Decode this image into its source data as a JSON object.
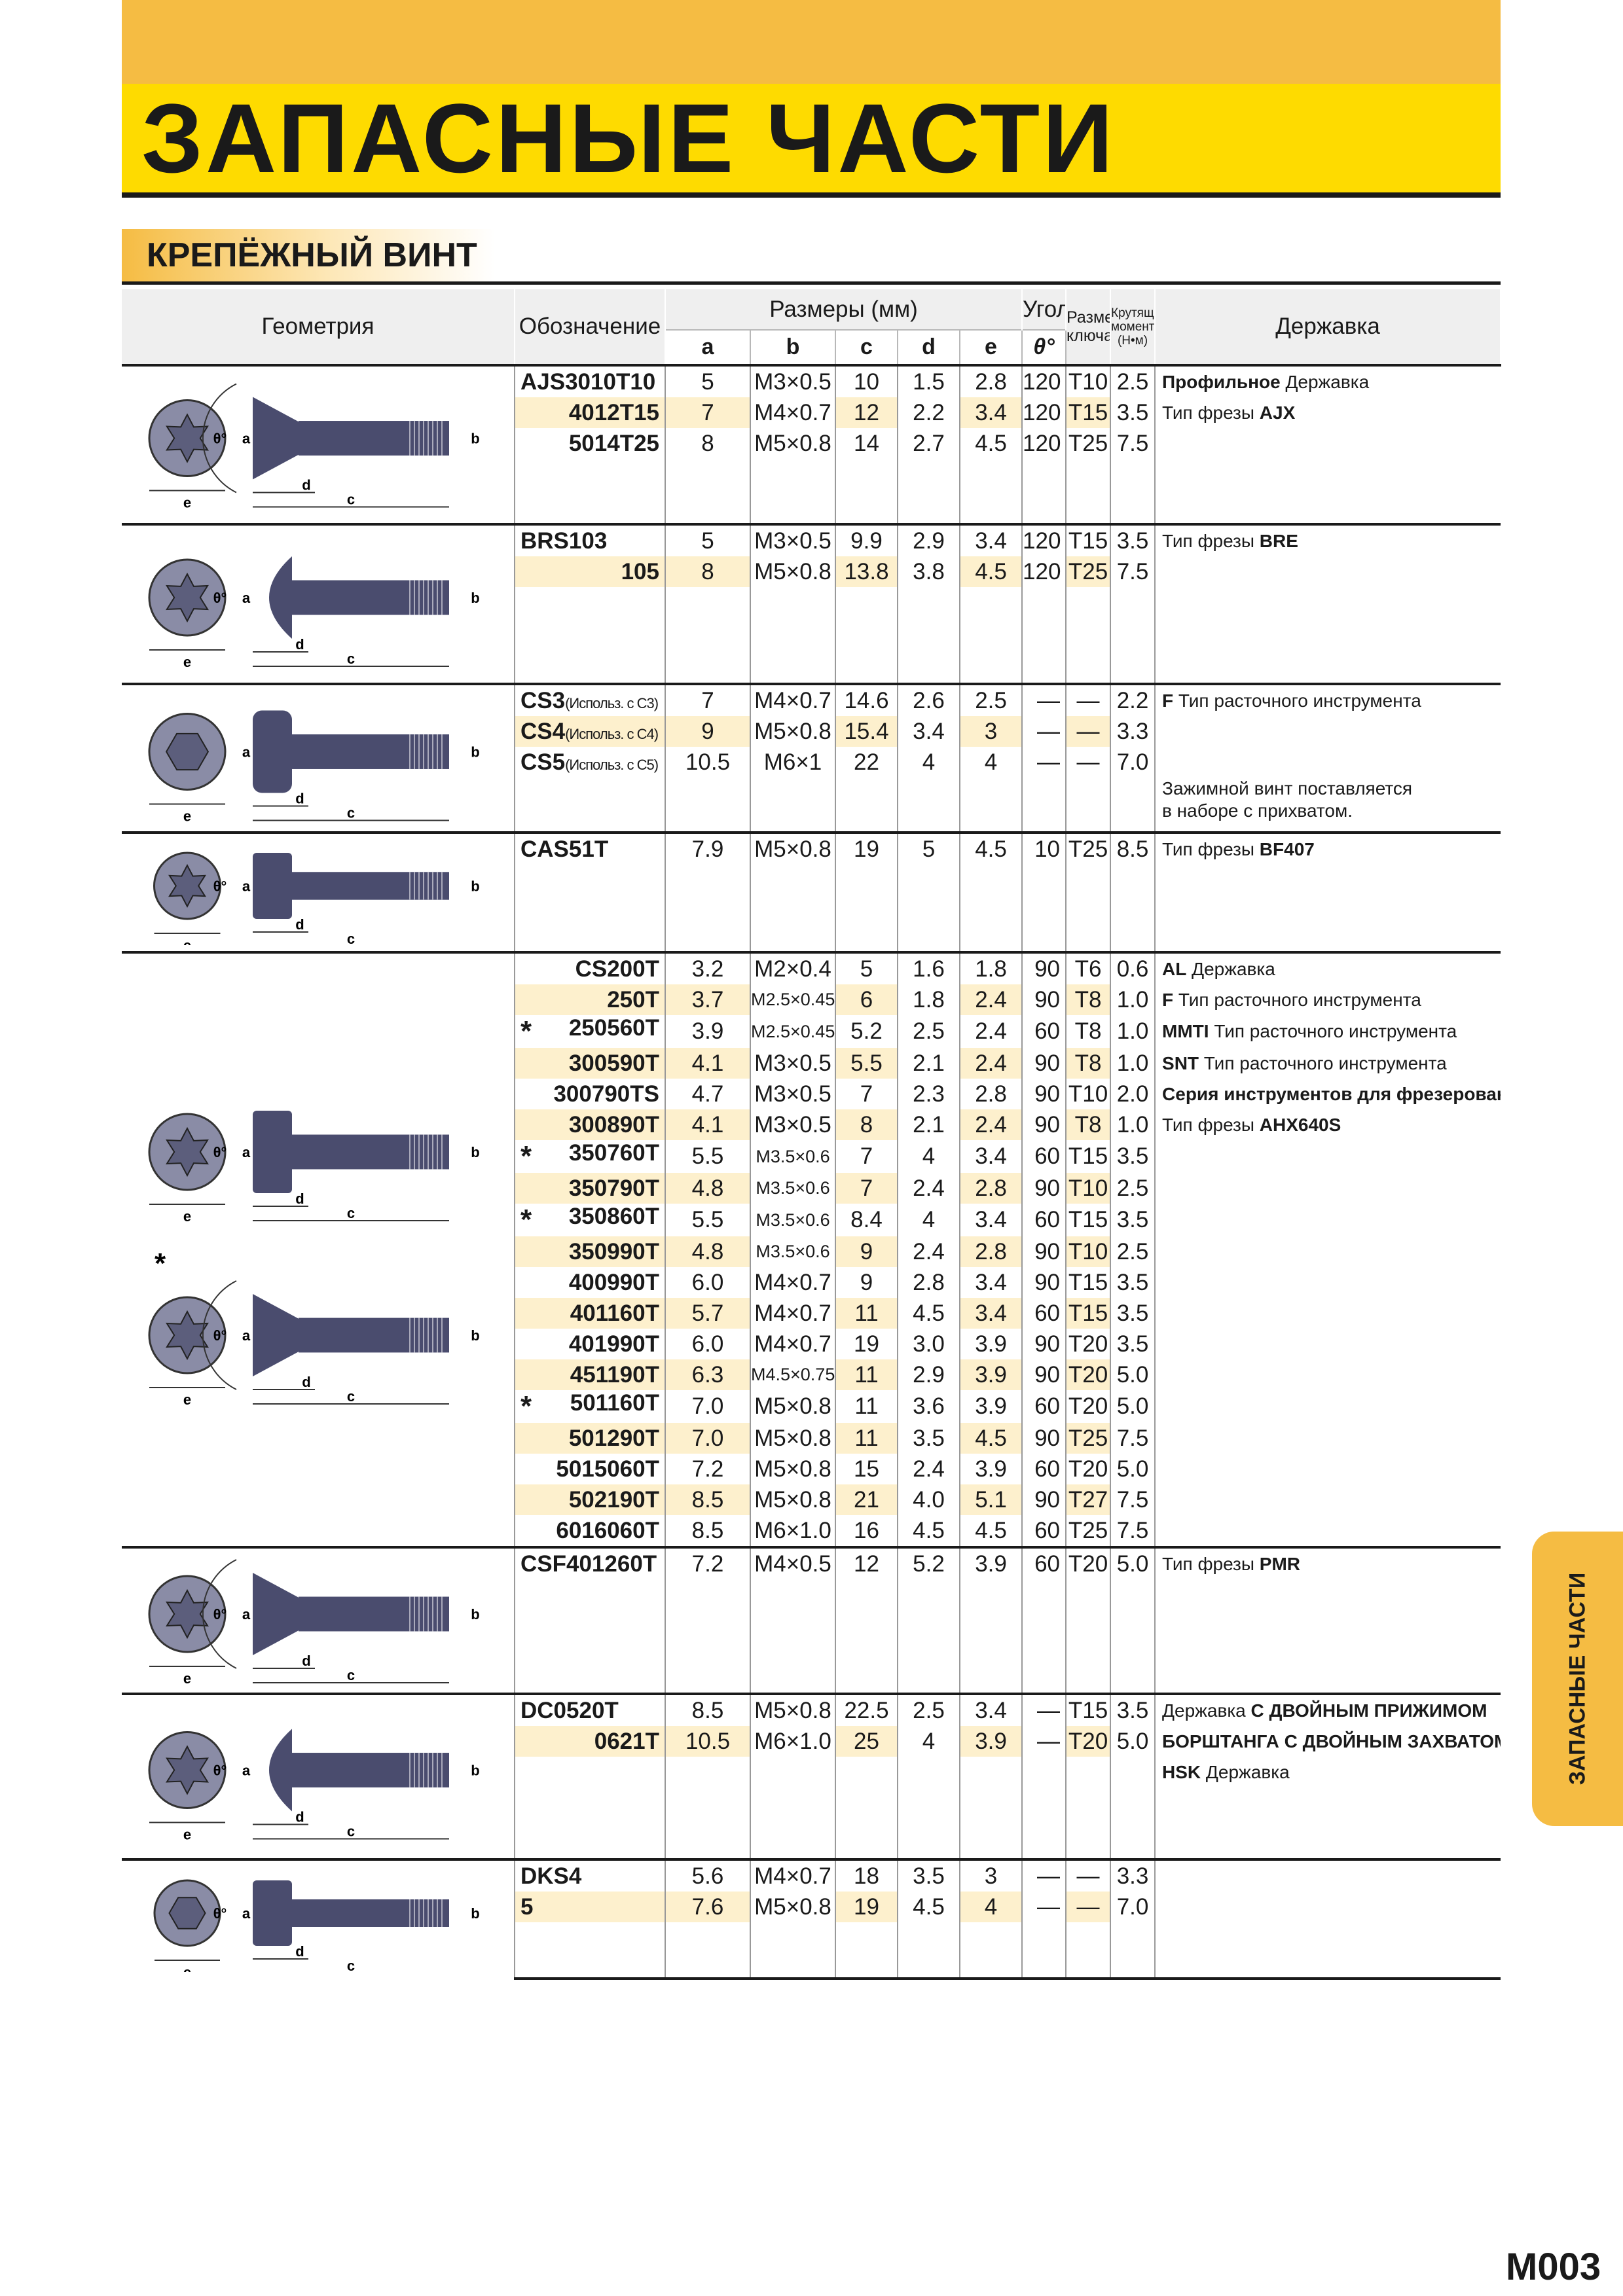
{
  "header": {
    "title": "ЗАПАСНЫЕ ЧАСТИ",
    "section": "КРЕПЁЖНЫЙ ВИНТ"
  },
  "columns": {
    "geometry": "Геометрия",
    "designation": "Обозначение",
    "dims": "Размеры (мм)",
    "angle": "Угол",
    "wrench": "Размер ключа",
    "torque": "Крутящий момент (Н•м)",
    "holder": "Державка",
    "a": "a",
    "b": "b",
    "c": "c",
    "d": "d",
    "e": "e",
    "theta": "θ°"
  },
  "groups": [
    {
      "id": "ajs",
      "rows": [
        {
          "code": "AJS3010T10",
          "a": "5",
          "b": "M3×0.5",
          "c": "10",
          "d": "1.5",
          "e": "2.8",
          "ang": "120",
          "key": "T10",
          "tq": "2.5",
          "holder_b": "Профильное",
          "holder_t": " Державка"
        },
        {
          "code": "4012T15",
          "a": "7",
          "b": "M4×0.7",
          "c": "12",
          "d": "2.2",
          "e": "3.4",
          "ang": "120",
          "key": "T15",
          "tq": "3.5",
          "holder_t": "Тип фрезы ",
          "holder_b2": "AJX"
        },
        {
          "code": "5014T25",
          "a": "8",
          "b": "M5×0.8",
          "c": "14",
          "d": "2.7",
          "e": "4.5",
          "ang": "120",
          "key": "T25",
          "tq": "7.5"
        }
      ]
    },
    {
      "id": "brs",
      "rows": [
        {
          "code": "BRS103",
          "a": "5",
          "b": "M3×0.5",
          "c": "9.9",
          "d": "2.9",
          "e": "3.4",
          "ang": "120",
          "key": "T15",
          "tq": "3.5",
          "holder_t": "Тип фрезы ",
          "holder_b2": "BRE"
        },
        {
          "code": "105",
          "a": "8",
          "b": "M5×0.8",
          "c": "13.8",
          "d": "3.8",
          "e": "4.5",
          "ang": "120",
          "key": "T25",
          "tq": "7.5"
        }
      ]
    },
    {
      "id": "cs",
      "rows": [
        {
          "code": "CS3",
          "code_note": "(Использ. с C3)",
          "a": "7",
          "b": "M4×0.7",
          "c": "14.6",
          "d": "2.6",
          "e": "2.5",
          "ang": "—",
          "key": "—",
          "tq": "2.2",
          "holder_b": "F",
          "holder_t": " Тип расточного инструмента"
        },
        {
          "code": "CS4",
          "code_note": "(Использ. с C4)",
          "a": "9",
          "b": "M5×0.8",
          "c": "15.4",
          "d": "3.4",
          "e": "3",
          "ang": "—",
          "key": "—",
          "tq": "3.3"
        },
        {
          "code": "CS5",
          "code_note": "(Использ. с C5)",
          "a": "10.5",
          "b": "M6×1",
          "c": "22",
          "d": "4",
          "e": "4",
          "ang": "—",
          "key": "—",
          "tq": "7.0"
        }
      ],
      "note1": "Зажимной винт поставляется",
      "note2": "в наборе с прихватом."
    },
    {
      "id": "cas",
      "rows": [
        {
          "code": "CAS51T",
          "a": "7.9",
          "b": "M5×0.8",
          "c": "19",
          "d": "5",
          "e": "4.5",
          "ang": "10",
          "key": "T25",
          "tq": "8.5",
          "holder_t": "Тип фрезы ",
          "holder_b2": "BF407"
        }
      ]
    },
    {
      "id": "cs200",
      "rows": [
        {
          "code": "CS200T",
          "a": "3.2",
          "b": "M2×0.4",
          "c": "5",
          "d": "1.6",
          "e": "1.8",
          "ang": "90",
          "key": "T6",
          "tq": "0.6",
          "holder_b": "AL",
          "holder_t": " Державка"
        },
        {
          "code": "250T",
          "a": "3.7",
          "b": "M2.5×0.45",
          "c": "6",
          "d": "1.8",
          "e": "2.4",
          "ang": "90",
          "key": "T8",
          "tq": "1.0",
          "holder_b": "F",
          "holder_t": " Тип расточного инструмента"
        },
        {
          "code": "250560T",
          "star": "*",
          "a": "3.9",
          "b": "M2.5×0.45",
          "c": "5.2",
          "d": "2.5",
          "e": "2.4",
          "ang": "60",
          "key": "T8",
          "tq": "1.0",
          "holder_b": "MMTI",
          "holder_t": " Тип расточного инструмента"
        },
        {
          "code": "300590T",
          "a": "4.1",
          "b": "M3×0.5",
          "c": "5.5",
          "d": "2.1",
          "e": "2.4",
          "ang": "90",
          "key": "T8",
          "tq": "1.0",
          "holder_b": "SNT",
          "holder_t": " Тип расточного инструмента"
        },
        {
          "code": "300790TS",
          "a": "4.7",
          "b": "M3×0.5",
          "c": "7",
          "d": "2.3",
          "e": "2.8",
          "ang": "90",
          "key": "T10",
          "tq": "2.0",
          "holder_bb": "Серия инструментов для фрезерования"
        },
        {
          "code": "300890T",
          "a": "4.1",
          "b": "M3×0.5",
          "c": "8",
          "d": "2.1",
          "e": "2.4",
          "ang": "90",
          "key": "T8",
          "tq": "1.0",
          "holder_t": "Тип фрезы ",
          "holder_b2": "AHX640S"
        },
        {
          "code": "350760T",
          "star": "*",
          "a": "5.5",
          "b": "M3.5×0.6",
          "c": "7",
          "d": "4",
          "e": "3.4",
          "ang": "60",
          "key": "T15",
          "tq": "3.5"
        },
        {
          "code": "350790T",
          "a": "4.8",
          "b": "M3.5×0.6",
          "c": "7",
          "d": "2.4",
          "e": "2.8",
          "ang": "90",
          "key": "T10",
          "tq": "2.5"
        },
        {
          "code": "350860T",
          "star": "*",
          "a": "5.5",
          "b": "M3.5×0.6",
          "c": "8.4",
          "d": "4",
          "e": "3.4",
          "ang": "60",
          "key": "T15",
          "tq": "3.5"
        },
        {
          "code": "350990T",
          "a": "4.8",
          "b": "M3.5×0.6",
          "c": "9",
          "d": "2.4",
          "e": "2.8",
          "ang": "90",
          "key": "T10",
          "tq": "2.5"
        },
        {
          "code": "400990T",
          "a": "6.0",
          "b": "M4×0.7",
          "c": "9",
          "d": "2.8",
          "e": "3.4",
          "ang": "90",
          "key": "T15",
          "tq": "3.5"
        },
        {
          "code": "401160T",
          "a": "5.7",
          "b": "M4×0.7",
          "c": "11",
          "d": "4.5",
          "e": "3.4",
          "ang": "60",
          "key": "T15",
          "tq": "3.5"
        },
        {
          "code": "401990T",
          "a": "6.0",
          "b": "M4×0.7",
          "c": "19",
          "d": "3.0",
          "e": "3.9",
          "ang": "90",
          "key": "T20",
          "tq": "3.5"
        },
        {
          "code": "451190T",
          "a": "6.3",
          "b": "M4.5×0.75",
          "c": "11",
          "d": "2.9",
          "e": "3.9",
          "ang": "90",
          "key": "T20",
          "tq": "5.0"
        },
        {
          "code": "501160T",
          "star": "*",
          "a": "7.0",
          "b": "M5×0.8",
          "c": "11",
          "d": "3.6",
          "e": "3.9",
          "ang": "60",
          "key": "T20",
          "tq": "5.0"
        },
        {
          "code": "501290T",
          "a": "7.0",
          "b": "M5×0.8",
          "c": "11",
          "d": "3.5",
          "e": "4.5",
          "ang": "90",
          "key": "T25",
          "tq": "7.5"
        },
        {
          "code": "5015060T",
          "a": "7.2",
          "b": "M5×0.8",
          "c": "15",
          "d": "2.4",
          "e": "3.9",
          "ang": "60",
          "key": "T20",
          "tq": "5.0"
        },
        {
          "code": "502190T",
          "a": "8.5",
          "b": "M5×0.8",
          "c": "21",
          "d": "4.0",
          "e": "5.1",
          "ang": "90",
          "key": "T27",
          "tq": "7.5"
        },
        {
          "code": "6016060T",
          "a": "8.5",
          "b": "M6×1.0",
          "c": "16",
          "d": "4.5",
          "e": "4.5",
          "ang": "60",
          "key": "T25",
          "tq": "7.5"
        }
      ]
    },
    {
      "id": "csf",
      "rows": [
        {
          "code": "CSF401260T",
          "a": "7.2",
          "b": "M4×0.5",
          "c": "12",
          "d": "5.2",
          "e": "3.9",
          "ang": "60",
          "key": "T20",
          "tq": "5.0",
          "holder_t": "Тип фрезы ",
          "holder_b2": "PMR"
        }
      ]
    },
    {
      "id": "dc",
      "rows": [
        {
          "code": "DC0520T",
          "a": "8.5",
          "b": "M5×0.8",
          "c": "22.5",
          "d": "2.5",
          "e": "3.4",
          "ang": "—",
          "key": "T15",
          "tq": "3.5",
          "holder_t": "Державка ",
          "holder_b2": "С ДВОЙНЫМ ПРИЖИМОМ"
        },
        {
          "code": "0621T",
          "a": "10.5",
          "b": "M6×1.0",
          "c": "25",
          "d": "4",
          "e": "3.9",
          "ang": "—",
          "key": "T20",
          "tq": "5.0",
          "holder_bb": "БОРШТАНГА С ДВОЙНЫМ ЗАХВАТОМ"
        },
        {
          "code": "",
          "a": "",
          "b": "",
          "c": "",
          "d": "",
          "e": "",
          "ang": "",
          "key": "",
          "tq": "",
          "holder_b": "HSK",
          "holder_t": " Державка"
        }
      ]
    },
    {
      "id": "dks",
      "rows": [
        {
          "code": "DKS4",
          "a": "5.6",
          "b": "M4×0.7",
          "c": "18",
          "d": "3.5",
          "e": "3",
          "ang": "—",
          "key": "—",
          "tq": "3.3"
        },
        {
          "code": "5",
          "a": "7.6",
          "b": "M5×0.8",
          "c": "19",
          "d": "4.5",
          "e": "4",
          "ang": "—",
          "key": "—",
          "tq": "7.0"
        }
      ]
    }
  ],
  "diagram_labels": {
    "a": "a",
    "b": "b",
    "c": "c",
    "d": "d",
    "e": "e",
    "theta": "θ°",
    "star": "*"
  },
  "sidetab": "ЗАПАСНЫЕ ЧАСТИ",
  "page_number": "M003",
  "colors": {
    "yellow": "#fedb00",
    "orange": "#f5bc43",
    "highlight": "#fdf0cd",
    "screw": "#4a4c6e"
  }
}
